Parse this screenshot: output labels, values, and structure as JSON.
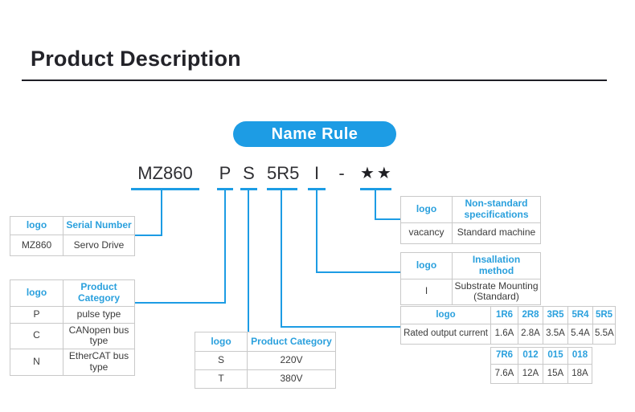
{
  "page": {
    "title": "Product Description",
    "badge": "Name Rule"
  },
  "model": {
    "segments": [
      {
        "text": "MZ860"
      },
      {
        "text": "P"
      },
      {
        "text": "S"
      },
      {
        "text": "5R5"
      },
      {
        "text": "I"
      },
      {
        "text": "-"
      },
      {
        "text": "★★"
      }
    ]
  },
  "tables": {
    "serial": {
      "headers": [
        "logo",
        "Serial Number"
      ],
      "rows": [
        [
          "MZ860",
          "Servo Drive"
        ]
      ]
    },
    "category": {
      "headers": [
        "logo",
        "Product Category"
      ],
      "rows": [
        [
          "P",
          "pulse type"
        ],
        [
          "C",
          "CANopen bus type"
        ],
        [
          "N",
          "EtherCAT bus type"
        ]
      ]
    },
    "voltage": {
      "headers": [
        "logo",
        "Product Category"
      ],
      "rows": [
        [
          "S",
          "220V"
        ],
        [
          "T",
          "380V"
        ]
      ]
    },
    "nonstandard": {
      "headers": [
        "logo",
        "Non-standard specifications"
      ],
      "rows": [
        [
          "vacancy",
          "Standard machine"
        ]
      ]
    },
    "installation": {
      "headers": [
        "logo",
        "Insallation method"
      ],
      "rows": [
        [
          "I",
          "Substrate Mounting (Standard)"
        ]
      ]
    },
    "current": {
      "label_header": "logo",
      "label_row": "Rated output current",
      "codes1": [
        "1R6",
        "2R8",
        "3R5",
        "5R4",
        "5R5"
      ],
      "values1": [
        "1.6A",
        "2.8A",
        "3.5A",
        "5.4A",
        "5.5A"
      ],
      "codes2": [
        "7R6",
        "012",
        "015",
        "018"
      ],
      "values2": [
        "7.6A",
        "12A",
        "15A",
        "18A"
      ]
    }
  },
  "colors": {
    "accent": "#1d9ce4",
    "table_header_text": "#2aa0dd"
  }
}
